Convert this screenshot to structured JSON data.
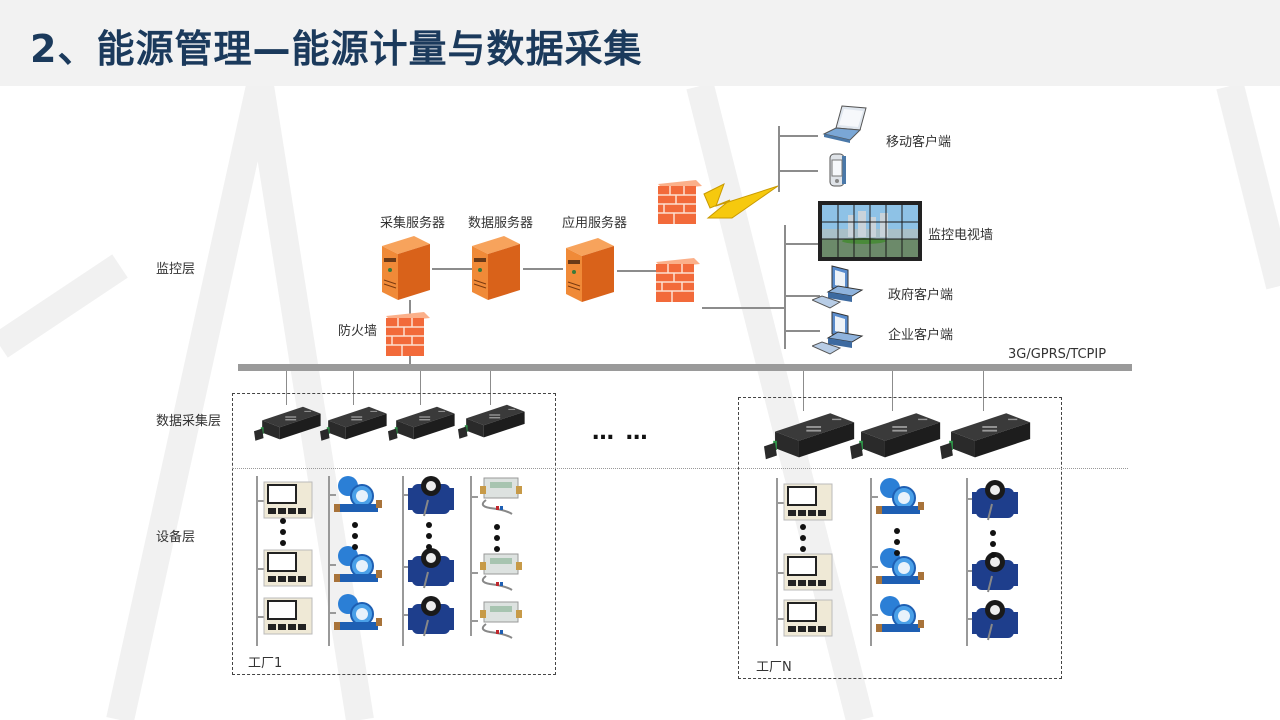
{
  "slide": {
    "title": "2、能源管理—能源计量与数据采集"
  },
  "layers": {
    "monitor": "监控层",
    "acquisition": "数据采集层",
    "device": "设备层"
  },
  "servers": {
    "collect": "采集服务器",
    "data": "数据服务器",
    "app": "应用服务器"
  },
  "firewall_label": "防火墙",
  "clients": {
    "mobile": "移动客户端",
    "tv_wall": "监控电视墙",
    "gov": "政府客户端",
    "enterprise": "企业客户端"
  },
  "network_label": "3G/GPRS/TCPIP",
  "ellipsis": "… …",
  "factories": {
    "first": "工厂1",
    "last": "工厂N"
  },
  "colors": {
    "title": "#1b3a5c",
    "server_orange": "#e8762a",
    "firewall_red": "#f06a3c",
    "meter_blue": "#1e5fb3",
    "bus_gray": "#9a9a9a"
  }
}
